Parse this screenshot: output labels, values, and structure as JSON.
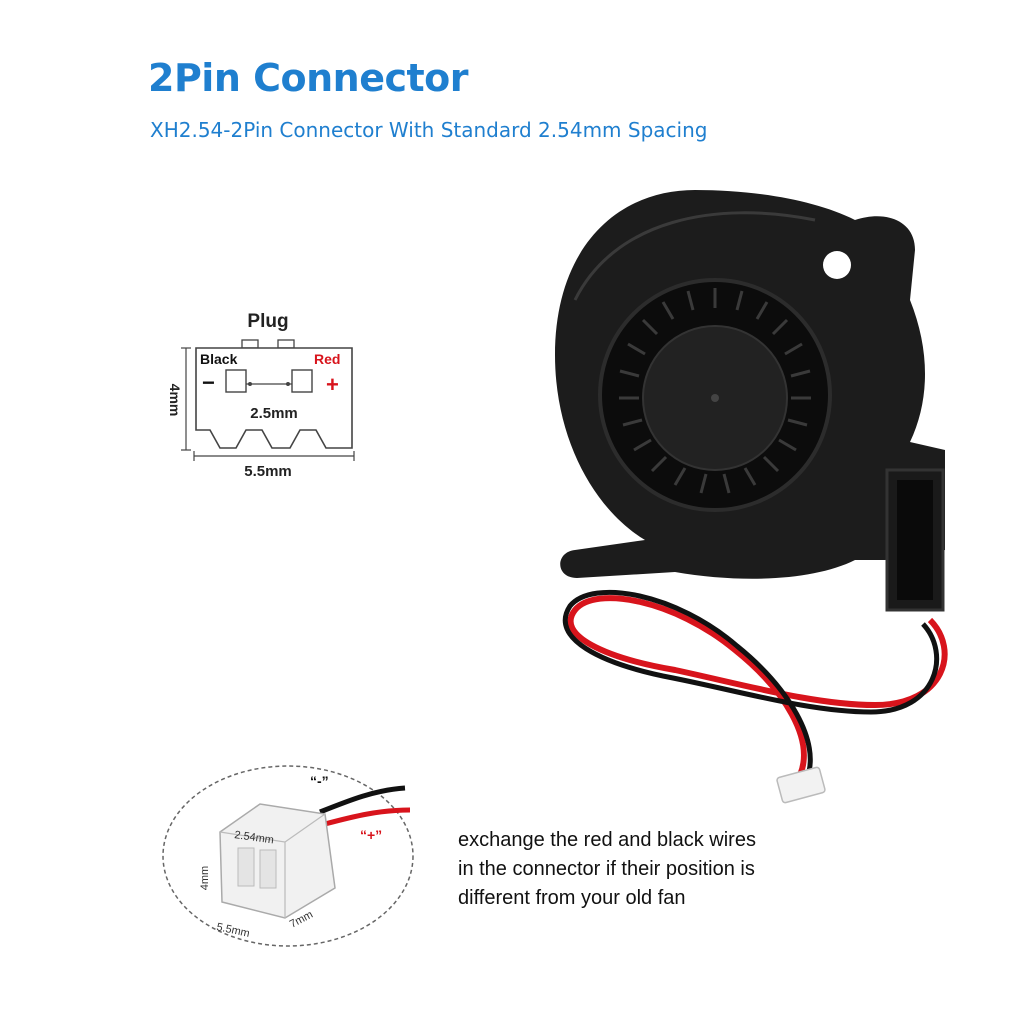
{
  "header": {
    "title": "2Pin Connector",
    "subtitle": "XH2.54-2Pin Connector With Standard 2.54mm Spacing"
  },
  "plug_diagram": {
    "title": "Plug",
    "left_wire": "Black",
    "right_wire": "Red",
    "minus_sign": "−",
    "plus_sign": "+",
    "height_label": "4mm",
    "pin_spacing_label": "2.5mm",
    "width_label": "5.5mm"
  },
  "connector_inset": {
    "minus_label": "“-”",
    "plus_label": "“+”",
    "pitch_label": "2.54mm",
    "height_label": "4mm",
    "width_label": "5.5mm",
    "depth_label": "7mm"
  },
  "note": {
    "lines": [
      "exchange the red and black wires",
      "in the connector if their position is",
      "different from your old fan"
    ]
  },
  "colors": {
    "title_blue": "#1f7fcf",
    "red_wire": "#d8141c",
    "black_wire": "#111111"
  }
}
